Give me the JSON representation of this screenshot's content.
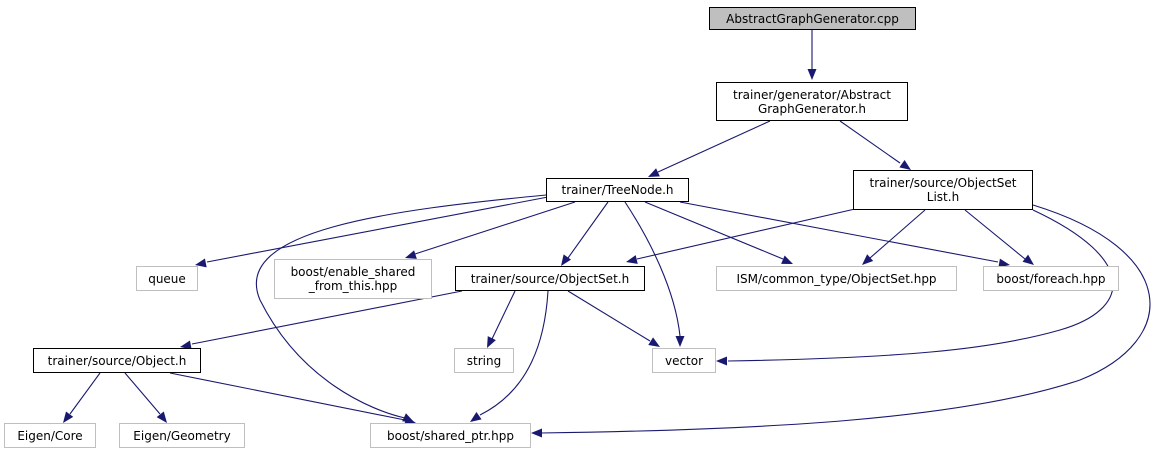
{
  "graph": {
    "edge_color": "#191970",
    "nodes": {
      "root": {
        "label": "AbstractGraphGenerator.cpp"
      },
      "abstract_graph_generator_h": {
        "label": "trainer/generator/Abstract\nGraphGenerator.h"
      },
      "tree_node_h": {
        "label": "trainer/TreeNode.h"
      },
      "object_set_list_h": {
        "label": "trainer/source/ObjectSet\nList.h"
      },
      "queue": {
        "label": "queue"
      },
      "enable_shared": {
        "label": "boost/enable_shared\n_from_this.hpp"
      },
      "object_set_h": {
        "label": "trainer/source/ObjectSet.h"
      },
      "ism_object_set": {
        "label": "ISM/common_type/ObjectSet.hpp"
      },
      "foreach": {
        "label": "boost/foreach.hpp"
      },
      "object_h": {
        "label": "trainer/source/Object.h"
      },
      "string": {
        "label": "string"
      },
      "vector": {
        "label": "vector"
      },
      "eigen_core": {
        "label": "Eigen/Core"
      },
      "eigen_geometry": {
        "label": "Eigen/Geometry"
      },
      "shared_ptr": {
        "label": "boost/shared_ptr.hpp"
      }
    }
  }
}
